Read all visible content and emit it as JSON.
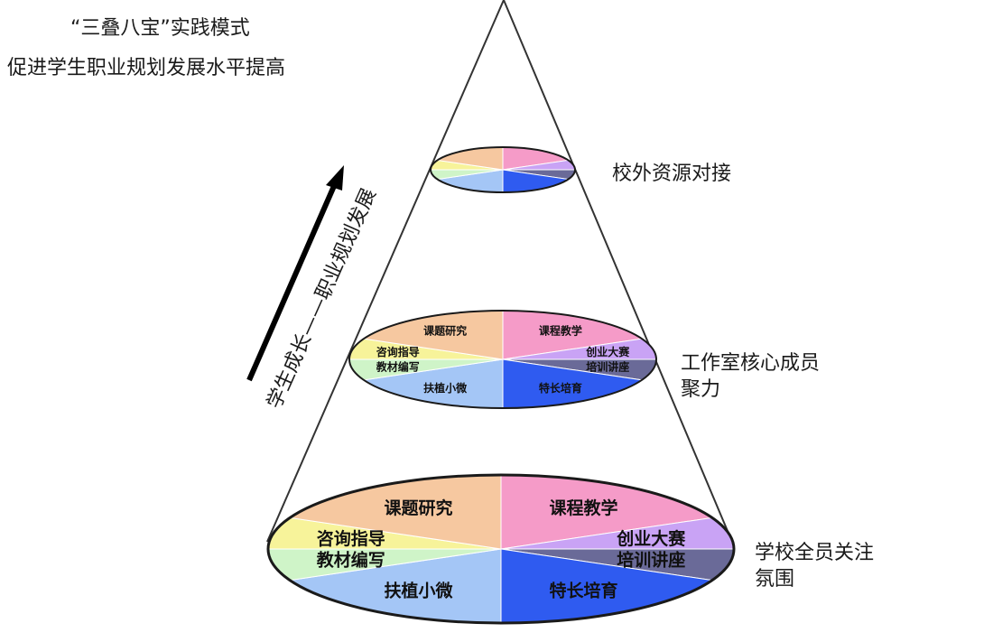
{
  "title": {
    "line1": "“三叠八宝”实践模式",
    "line2": "促进学生职业规划发展水平提高"
  },
  "arrow_caption": "学生成长——职业规划发展",
  "segment_colors": {
    "pink": "#F59BC8",
    "violet": "#C9A3F5",
    "slate": "#6A6A98",
    "blue": "#2F5BF0",
    "lightblue": "#A4C6F6",
    "mint": "#CFF4C8",
    "yellow": "#F7F39A",
    "peach": "#F6C8A0"
  },
  "tiers": [
    {
      "name": "top",
      "side_label": [
        "校外资源对接"
      ],
      "segments": [
        {
          "label": "",
          "color": "pink"
        },
        {
          "label": "",
          "color": "violet"
        },
        {
          "label": "",
          "color": "slate"
        },
        {
          "label": "",
          "color": "blue"
        },
        {
          "label": "",
          "color": "lightblue"
        },
        {
          "label": "",
          "color": "mint"
        },
        {
          "label": "",
          "color": "yellow"
        },
        {
          "label": "",
          "color": "peach"
        }
      ]
    },
    {
      "name": "middle",
      "side_label": [
        "工作室核心成员",
        "聚力"
      ],
      "segments": [
        {
          "label": "课程教学",
          "color": "pink"
        },
        {
          "label": "创业大赛",
          "color": "violet"
        },
        {
          "label": "培训讲座",
          "color": "slate"
        },
        {
          "label": "特长培育",
          "color": "blue"
        },
        {
          "label": "扶植小微",
          "color": "lightblue"
        },
        {
          "label": "教材编写",
          "color": "mint"
        },
        {
          "label": "咨询指导",
          "color": "yellow"
        },
        {
          "label": "课题研究",
          "color": "peach"
        }
      ]
    },
    {
      "name": "bottom",
      "side_label": [
        "学校全员关注",
        "氛围"
      ],
      "segments": [
        {
          "label": "课程教学",
          "color": "pink"
        },
        {
          "label": "创业大赛",
          "color": "violet"
        },
        {
          "label": "培训讲座",
          "color": "slate"
        },
        {
          "label": "特长培育",
          "color": "blue"
        },
        {
          "label": "扶植小微",
          "color": "lightblue"
        },
        {
          "label": "教材编写",
          "color": "mint"
        },
        {
          "label": "咨询指导",
          "color": "yellow"
        },
        {
          "label": "课题研究",
          "color": "peach"
        }
      ]
    }
  ]
}
